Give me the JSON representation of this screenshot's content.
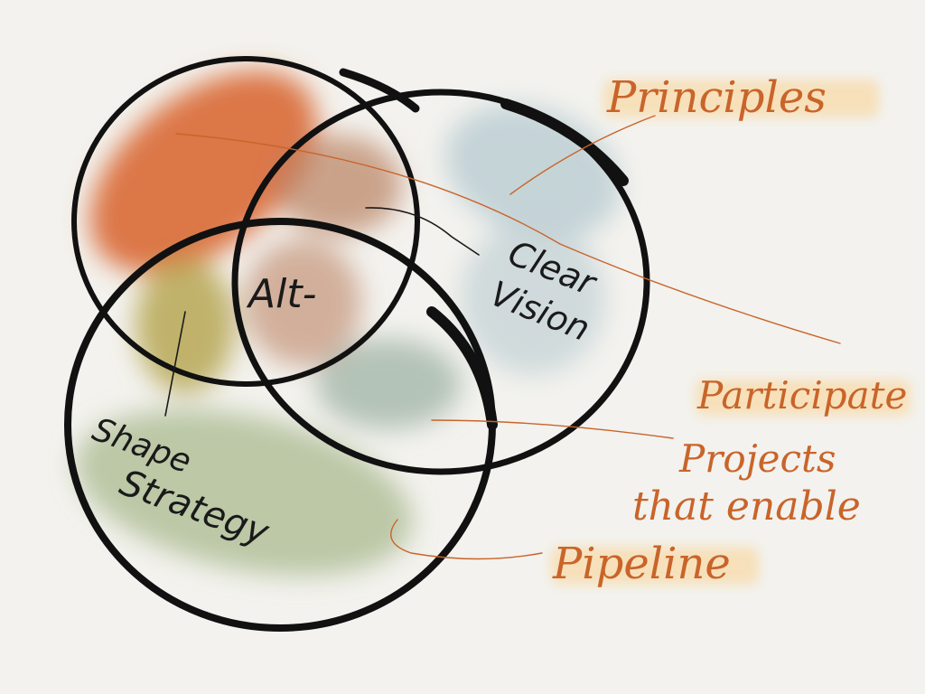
{
  "diagram": {
    "labels": {
      "center": "Alt-",
      "clear_vision_line1": "Clear",
      "clear_vision_line2": "Vision",
      "shape_strategy_line1": "Shape",
      "shape_strategy_line2": "Strategy",
      "principles": "Principles",
      "participate": "Participate",
      "projects_line1": "Projects",
      "projects_line2": "that enable",
      "pipeline": "Pipeline"
    },
    "colors": {
      "background": "#f3f2ee",
      "ink": "#1a1a1a",
      "annotation": "#c9642a",
      "highlight": "#f7ddb0",
      "wash_orange": "#d8612c",
      "wash_blue": "#b9ccd2",
      "wash_green": "#a9b98f",
      "wash_olive": "#b3a24a",
      "wash_brown": "#b98060"
    }
  }
}
